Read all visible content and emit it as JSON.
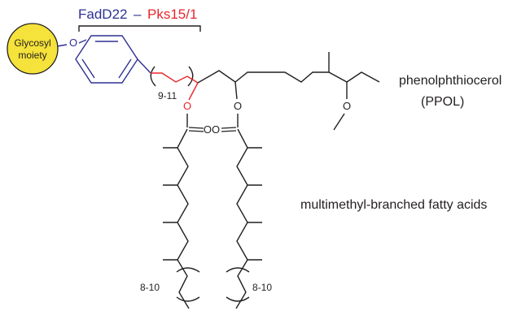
{
  "glycosyl": {
    "line1": "Glycosyl",
    "line2": "moiety"
  },
  "header": {
    "enzyme1": "FadD22",
    "dash": "–",
    "enzyme2": "Pks15/1"
  },
  "atoms": {
    "o_phenol": "O",
    "o_ester_left": "O",
    "o_ester_right": "O",
    "o_methoxy": "O",
    "o_carbonyl_pair": "OO"
  },
  "repeats": {
    "chain": "9-11",
    "acid_left": "8-10",
    "acid_right": "8-10"
  },
  "labels": {
    "ppol_name": "phenolphthiocerol",
    "ppol_abbrev": "(PPOL)",
    "acids": "multimethyl-branched fatty acids"
  },
  "colors": {
    "blue": "#2e3192",
    "red": "#e8262d",
    "black": "#231f20",
    "glycosyl_fill": "#f5e23a"
  }
}
